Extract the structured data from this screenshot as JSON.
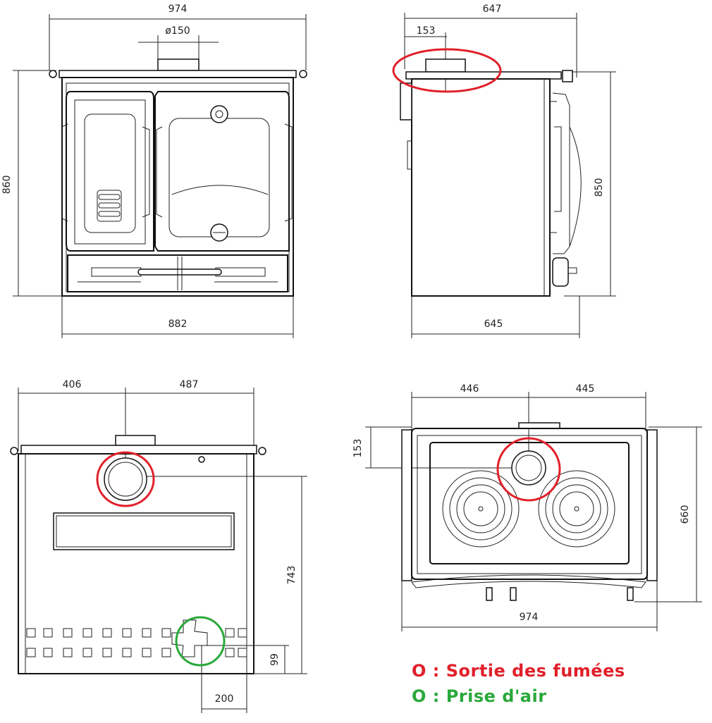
{
  "dimensions": {
    "front": {
      "width_top": "974",
      "flue": "ø150",
      "height": "860",
      "width_bottom": "882"
    },
    "side": {
      "depth": "647",
      "flue_offset": "153",
      "height": "850",
      "depth_bottom": "645"
    },
    "rear": {
      "left": "406",
      "right": "487",
      "flue_height": "743",
      "air_height": "99",
      "air_offset": "200"
    },
    "top": {
      "left": "446",
      "right": "445",
      "flue_offset": "153",
      "depth": "660",
      "width": "974"
    }
  },
  "legend": {
    "flue_outlet": "O : Sortie des fumées",
    "air_intake": "O : Prise d'air"
  },
  "colors": {
    "flue": "#e0202a",
    "air": "#2aa83a",
    "line": "#111111"
  }
}
